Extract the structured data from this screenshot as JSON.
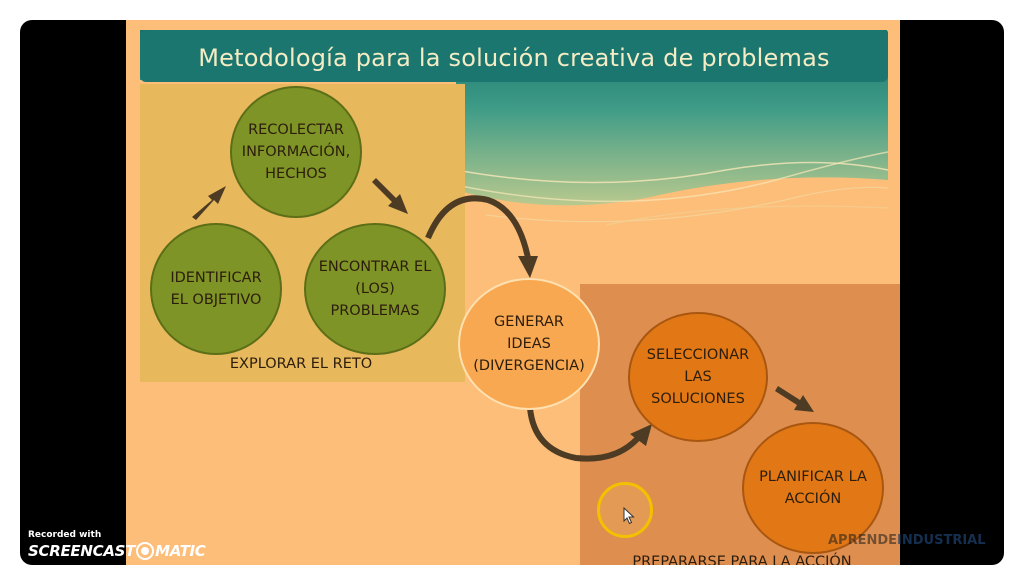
{
  "slide": {
    "title": "Metodología para la solución creativa de problemas"
  },
  "nodes": {
    "recolectar": "RECOLECTAR\nINFORMACIÓN,\nHECHOS",
    "identificar": "IDENTIFICAR\nEL OBJETIVO",
    "encontrar": "ENCONTRAR EL\n(LOS)\nPROBLEMAS",
    "generar": "GENERAR\nIDEAS\n(DIVERGENCIA)",
    "seleccionar": "SELECCIONAR\nLAS\nSOLUCIONES",
    "planificar": "PLANIFICAR LA\nACCIÓN"
  },
  "regions": {
    "explorar": "EXPLORAR EL RETO",
    "preparar": "PREPARARSE PARA LA ACCIÓN"
  },
  "overlay": {
    "recorded_with": "Recorded with",
    "logo_part1": "SCREENCAST",
    "logo_part2": "MATIC",
    "watermark_part1": "APRENDE",
    "watermark_part2": "INDUSTRIAL"
  },
  "colors": {
    "slide_background": "#fdbe7a",
    "title_bar": "#1e7a72",
    "explore_region": "#e7b85c",
    "prepare_region": "#de8e4f",
    "green_node": "#7e9426",
    "light_orange_node": "#f8a850",
    "dark_orange_node": "#e17815",
    "arrow": "#4e3b24"
  },
  "icons": [
    "cursor-arrow-icon",
    "screencast-o-icon"
  ]
}
